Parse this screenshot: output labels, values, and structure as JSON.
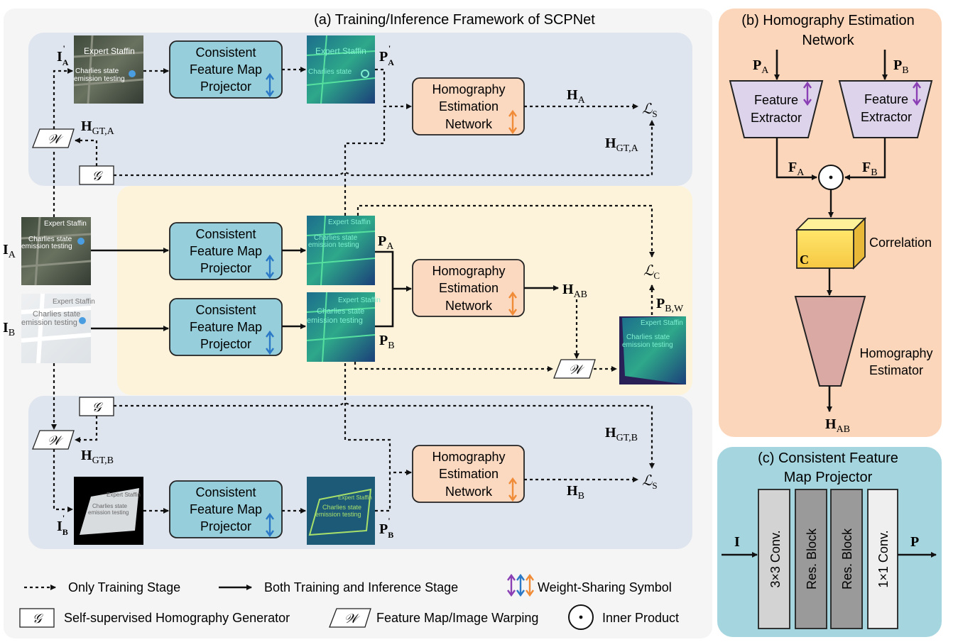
{
  "panel_a": {
    "title": "(a) Training/Inference Framework of SCPNet",
    "cfmp_line1": "Consistent",
    "cfmp_line2": "Feature Map",
    "cfmp_line3": "Projector",
    "hen_line1": "Homography",
    "hen_line2": "Estimation",
    "hen_line3": "Network",
    "image_text_1": "Expert Staffin",
    "image_text_2": "Charlies state",
    "image_text_3": "emission testing",
    "labels": {
      "IA_prime": "I",
      "IA_prime_sub": "A",
      "IA_prime_sup": "'",
      "HGTA": "H",
      "HGTA_sub": "GT,A",
      "PA_prime": "P",
      "PA_prime_sub": "A",
      "PA_prime_sup": "'",
      "HA": "H",
      "HA_sub": "A",
      "LS": "ℒ",
      "LS_sub": "S",
      "IA": "I",
      "IA_sub": "A",
      "IB": "I",
      "IB_sub": "B",
      "PA": "P",
      "PA_sub": "A",
      "PB": "P",
      "PB_sub": "B",
      "HAB": "H",
      "HAB_sub": "AB",
      "LC": "ℒ",
      "LC_sub": "C",
      "PBW": "P",
      "PBW_sub": "B,W",
      "HGTB": "H",
      "HGTB_sub": "GT,B",
      "IB_prime": "I",
      "IB_prime_sub": "B",
      "IB_prime_sup": "'",
      "PB_prime": "P",
      "PB_prime_sub": "B",
      "PB_prime_sup": "'",
      "HB": "H",
      "HB_sub": "B",
      "G": "𝒢",
      "W": "𝒲"
    }
  },
  "legend": {
    "only_training": "Only Training Stage",
    "both_stages": "Both Training and Inference Stage",
    "weight_sharing": "Weight-Sharing Symbol",
    "generator": "Self-supervised Homography Generator",
    "warping": "Feature Map/Image Warping",
    "inner_product": "Inner Product"
  },
  "panel_b": {
    "title_line1": "(b) Homography Estimation",
    "title_line2": "Network",
    "PA": "P",
    "PA_sub": "A",
    "PB": "P",
    "PB_sub": "B",
    "fe_line1": "Feature",
    "fe_line2": "Extractor",
    "FA": "F",
    "FA_sub": "A",
    "FB": "F",
    "FB_sub": "B",
    "correlation": "Correlation",
    "C": "C",
    "he_line1": "Homography",
    "he_line2": "Estimator",
    "HAB": "H",
    "HAB_sub": "AB"
  },
  "panel_c": {
    "title_line1": "(c) Consistent Feature",
    "title_line2": "Map Projector",
    "input": "I",
    "output": "P",
    "layers": [
      "3×3 Conv.",
      "Res. Block",
      "Res. Block",
      "1×1 Conv."
    ]
  },
  "colors": {
    "bg_top": "#dfe5ee",
    "bg_mid": "#fcf3da",
    "cfmp_fill": "#96cfdb",
    "hen_fill": "#fbd8c0",
    "panel_b_bg": "#fbd6bb",
    "panel_c_bg": "#a5d5df",
    "weight_blue": "#2a78c6",
    "weight_orange": "#f08c38",
    "weight_purple": "#8a3fb5"
  }
}
